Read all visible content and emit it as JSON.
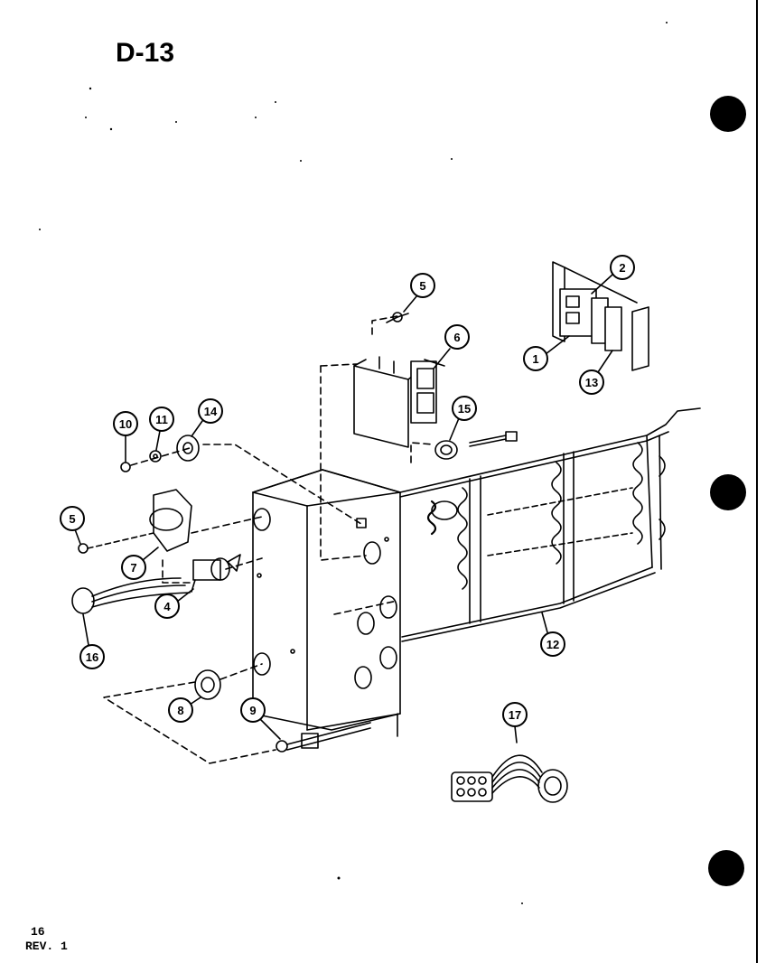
{
  "page": {
    "title": "D-13",
    "footer_page": "16",
    "footer_rev": "REV. 1"
  },
  "callouts": [
    "1",
    "2",
    "4",
    "5",
    "5",
    "6",
    "7",
    "8",
    "9",
    "10",
    "11",
    "12",
    "13",
    "14",
    "15",
    "16",
    "17"
  ],
  "colors": {
    "ink": "#000000",
    "paper": "#ffffff"
  }
}
